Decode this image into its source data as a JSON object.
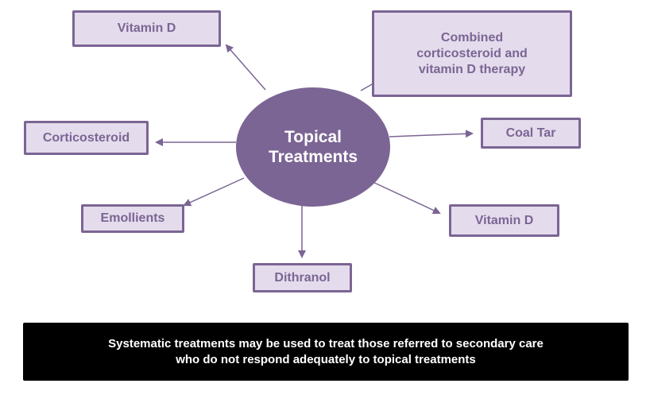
{
  "center": {
    "line1": "Topical",
    "line2": "Treatments"
  },
  "nodes": {
    "vitamin_d_top": "Vitamin D",
    "combined": {
      "line1": "Combined",
      "line2": "corticosteroid and",
      "line3": "vitamin D therapy"
    },
    "corticosteroid": "Corticosteroid",
    "coal_tar": "Coal Tar",
    "emollients": "Emollients",
    "vitamin_d_bottom": "Vitamin D",
    "dithranol": "Dithranol"
  },
  "footer": {
    "line1": "Systematic treatments may be used to treat those referred to secondary care",
    "line2": "who do not respond adequately to topical treatments"
  },
  "colors": {
    "accent": "#7b6594",
    "node_fill": "#e4dcec",
    "footer_bg": "#000000"
  }
}
